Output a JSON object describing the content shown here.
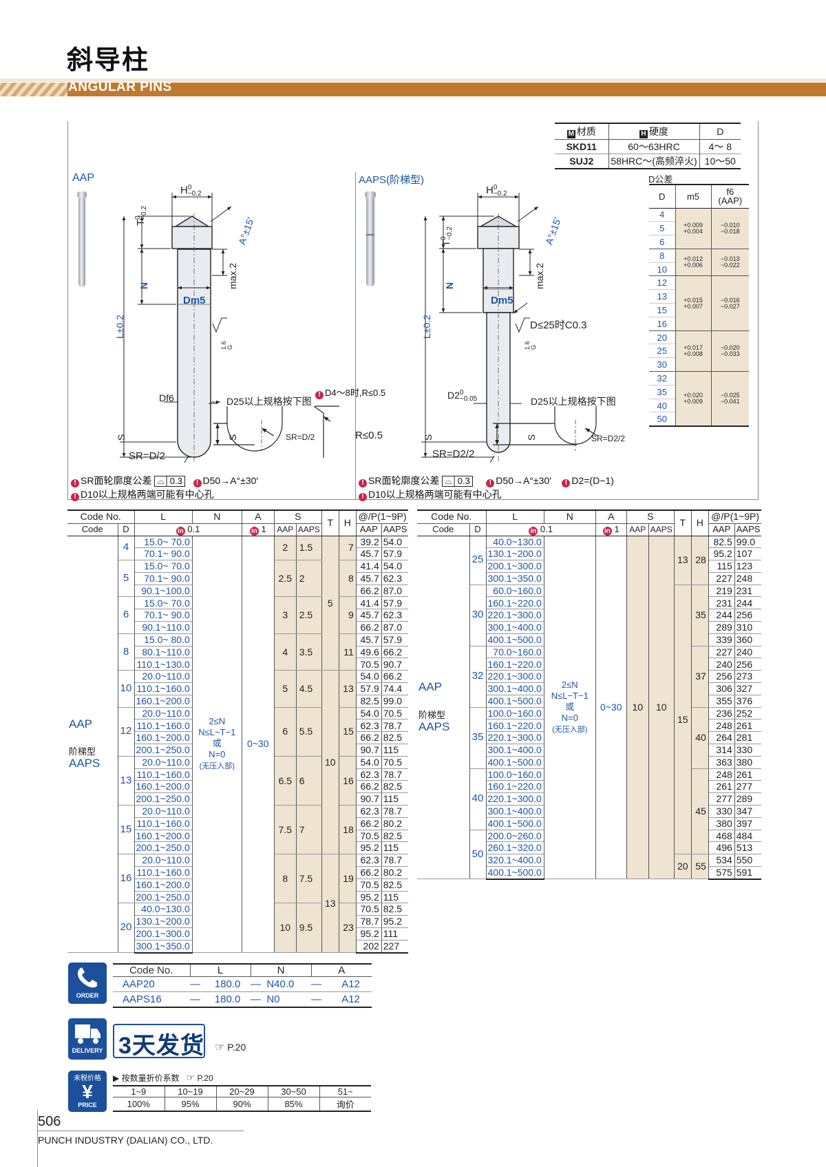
{
  "header": {
    "title_cn": "斜导柱",
    "title_en": "ANGULAR PINS"
  },
  "material_table": {
    "headers": [
      "材质",
      "硬度",
      "D"
    ],
    "header_icons": [
      "M",
      "H"
    ],
    "rows": [
      [
        "SKD11",
        "60～63HRC",
        "4～ 8"
      ],
      [
        "SUJ2",
        "58HRC～(高频淬火)",
        "10～50"
      ]
    ]
  },
  "tolerance_table": {
    "title": "D公差",
    "headers": [
      "D",
      "m5",
      "f6\n(AAP)"
    ],
    "groups": [
      {
        "d": [
          "4",
          "5",
          "6"
        ],
        "m5": "+0.009\n+0.004",
        "f6": "−0.010\n−0.018"
      },
      {
        "d": [
          "8",
          "10"
        ],
        "m5": "+0.012\n+0.006",
        "f6": "−0.013\n−0.022"
      },
      {
        "d": [
          "12",
          "13",
          "15",
          "16"
        ],
        "m5": "+0.015\n+0.007",
        "f6": "−0.016\n−0.027"
      },
      {
        "d": [
          "20",
          "25",
          "30"
        ],
        "m5": "+0.017\n+0.008",
        "f6": "−0.020\n−0.033"
      },
      {
        "d": [
          "32",
          "35",
          "40",
          "50"
        ],
        "m5": "+0.020\n+0.009",
        "f6": "−0.025\n−0.041"
      }
    ]
  },
  "drawing": {
    "left_label": "AAP",
    "right_label": "AAPS(阶梯型)",
    "h_dim": "H",
    "h_tol": "0\n−0.2",
    "t_dim": "T",
    "t_tol": "0\n−0.2",
    "a_dim": "A°±15′",
    "n_dim": "N",
    "max_dim": "max.2",
    "dm5": "Dm5",
    "l_dim": "L±0.2",
    "g_mark": "1.6\nG",
    "df6": "Df6",
    "d2": "D2",
    "d2_tol": "0\n−0.05",
    "c03": "D≤25时C0.3",
    "d25_note": "D25以上规格按下图",
    "s_dim": "S",
    "sr_left": "SR=D/2",
    "sr_right": "SR=D2/2",
    "sr_small_left": "SR=D/2",
    "sr_small_right": "SR=D2/2",
    "mid_note": "D4～8时,R≤0.5",
    "r_note": "R≤0.5",
    "notes_left": [
      "SR面轮廓度公差",
      "0.3",
      "D50→A°±30′",
      "D10以上规格两端可能有中心孔"
    ],
    "notes_right": [
      "SR面轮廓度公差",
      "0.3",
      "D50→A°±30′",
      "D2=(D−1)",
      "D10以上规格两端可能有中心孔"
    ]
  },
  "spec_common": {
    "code_no": "Code No.",
    "code": "Code",
    "d": "D",
    "l": "L",
    "n": "N",
    "a": "A",
    "s": "S",
    "t": "T",
    "h": "H",
    "price": "@/P(1~9P)",
    "aap": "AAP",
    "aaps": "AAPS",
    "l_step": "0.1",
    "a_step": "1",
    "type_aap": "AAP",
    "type_aaps_cn": "阶梯型",
    "type_aaps": "AAPS",
    "n_rule": [
      "2≤N",
      "N≤L−T−1",
      "或",
      "N=0",
      "(无压入部)"
    ],
    "a_range": "0~30"
  },
  "spec_left": {
    "groups": [
      {
        "d": "4",
        "s1": "2",
        "s2": "1.5",
        "h": "7",
        "rows": [
          [
            "15.0~ 70.0",
            "39.2",
            "54.0"
          ],
          [
            "70.1~ 90.0",
            "45.7",
            "57.9"
          ]
        ]
      },
      {
        "d": "5",
        "s1": "2.5",
        "s2": "2",
        "h": "8",
        "rows": [
          [
            "15.0~ 70.0",
            "41.4",
            "54.0"
          ],
          [
            "70.1~ 90.0",
            "45.7",
            "62.3"
          ],
          [
            "90.1~100.0",
            "66.2",
            "87.0"
          ]
        ]
      },
      {
        "d": "6",
        "s1": "3",
        "s2": "2.5",
        "h": "9",
        "rows": [
          [
            "15.0~ 70.0",
            "41.4",
            "57.9"
          ],
          [
            "70.1~ 90.0",
            "45.7",
            "62.3"
          ],
          [
            "90.1~110.0",
            "66.2",
            "87.0"
          ]
        ]
      },
      {
        "d": "8",
        "s1": "4",
        "s2": "3.5",
        "h": "11",
        "rows": [
          [
            "15.0~ 80.0",
            "45.7",
            "57.9"
          ],
          [
            "80.1~110.0",
            "49.6",
            "66.2"
          ],
          [
            "110.1~130.0",
            "70.5",
            "90.7"
          ]
        ]
      },
      {
        "d": "10",
        "s1": "5",
        "s2": "4.5",
        "h": "13",
        "rows": [
          [
            "20.0~110.0",
            "54.0",
            "66.2"
          ],
          [
            "110.1~160.0",
            "57.9",
            "74.4"
          ],
          [
            "160.1~200.0",
            "82.5",
            "99.0"
          ]
        ]
      },
      {
        "d": "12",
        "s1": "6",
        "s2": "5.5",
        "h": "15",
        "rows": [
          [
            "20.0~110.0",
            "54.0",
            "70.5"
          ],
          [
            "110.1~160.0",
            "62.3",
            "78.7"
          ],
          [
            "160.1~200.0",
            "66.2",
            "82.5"
          ],
          [
            "200.1~250.0",
            "90.7",
            "115"
          ]
        ]
      },
      {
        "d": "13",
        "s1": "6.5",
        "s2": "6",
        "h": "16",
        "rows": [
          [
            "20.0~110.0",
            "54.0",
            "70.5"
          ],
          [
            "110.1~160.0",
            "62.3",
            "78.7"
          ],
          [
            "160.1~200.0",
            "66.2",
            "82.5"
          ],
          [
            "200.1~250.0",
            "90.7",
            "115"
          ]
        ]
      },
      {
        "d": "15",
        "s1": "7.5",
        "s2": "7",
        "h": "18",
        "rows": [
          [
            "20.0~110.0",
            "62.3",
            "78.7"
          ],
          [
            "110.1~160.0",
            "66.2",
            "80.2"
          ],
          [
            "160.1~200.0",
            "70.5",
            "82.5"
          ],
          [
            "200.1~250.0",
            "95.2",
            "115"
          ]
        ]
      },
      {
        "d": "16",
        "s1": "8",
        "s2": "7.5",
        "h": "19",
        "rows": [
          [
            "20.0~110.0",
            "62.3",
            "78.7"
          ],
          [
            "110.1~160.0",
            "66.2",
            "80.2"
          ],
          [
            "160.1~200.0",
            "70.5",
            "82.5"
          ],
          [
            "200.1~250.0",
            "95.2",
            "115"
          ]
        ]
      },
      {
        "d": "20",
        "s1": "10",
        "s2": "9.5",
        "h": "23",
        "rows": [
          [
            "40.0~130.0",
            "70.5",
            "82.5"
          ],
          [
            "130.1~200.0",
            "78.7",
            "95.2"
          ],
          [
            "200.1~300.0",
            "95.2",
            "111"
          ],
          [
            "300.1~350.0",
            "202",
            "227"
          ]
        ]
      }
    ],
    "t_values": [
      "5",
      "10",
      "13"
    ]
  },
  "spec_right": {
    "groups": [
      {
        "d": "25",
        "rows": [
          [
            "40.0~130.0",
            "82.5",
            "99.0"
          ],
          [
            "130.1~200.0",
            "95.2",
            "107"
          ],
          [
            "200.1~300.0",
            "115",
            "123"
          ],
          [
            "300.1~350.0",
            "227",
            "248"
          ]
        ]
      },
      {
        "d": "30",
        "rows": [
          [
            "60.0~160.0",
            "219",
            "231"
          ],
          [
            "160.1~220.0",
            "231",
            "244"
          ],
          [
            "220.1~300.0",
            "244",
            "256"
          ],
          [
            "300.1~400.0",
            "289",
            "310"
          ],
          [
            "400.1~500.0",
            "339",
            "360"
          ]
        ]
      },
      {
        "d": "32",
        "rows": [
          [
            "70.0~160.0",
            "227",
            "240"
          ],
          [
            "160.1~220.0",
            "240",
            "256"
          ],
          [
            "220.1~300.0",
            "256",
            "273"
          ],
          [
            "300.1~400.0",
            "306",
            "327"
          ],
          [
            "400.1~500.0",
            "355",
            "376"
          ]
        ]
      },
      {
        "d": "35",
        "rows": [
          [
            "100.0~160.0",
            "236",
            "252"
          ],
          [
            "160.1~220.0",
            "248",
            "261"
          ],
          [
            "220.1~300.0",
            "264",
            "281"
          ],
          [
            "300.1~400.0",
            "314",
            "330"
          ],
          [
            "400.1~500.0",
            "363",
            "380"
          ]
        ]
      },
      {
        "d": "40",
        "rows": [
          [
            "100.0~160.0",
            "248",
            "261"
          ],
          [
            "160.1~220.0",
            "261",
            "277"
          ],
          [
            "220.1~300.0",
            "277",
            "289"
          ],
          [
            "300.1~400.0",
            "330",
            "347"
          ],
          [
            "400.1~500.0",
            "380",
            "397"
          ]
        ]
      },
      {
        "d": "50",
        "rows": [
          [
            "200.0~260.0",
            "468",
            "484"
          ],
          [
            "260.1~320.0",
            "496",
            "513"
          ],
          [
            "320.1~400.0",
            "534",
            "550"
          ],
          [
            "400.1~500.0",
            "575",
            "591"
          ]
        ]
      }
    ],
    "s1": "10",
    "s2": "10",
    "t_values": [
      "13",
      "15",
      "20"
    ],
    "h_values": [
      "28",
      "35",
      "37",
      "40",
      "45",
      "55"
    ]
  },
  "order": {
    "icon_label": "ORDER",
    "headers": [
      "Code No.",
      "L",
      "N",
      "A"
    ],
    "rows": [
      [
        "AAP20",
        "—",
        "180.0",
        "—",
        "N40.0",
        "—",
        "A12"
      ],
      [
        "AAPS16",
        "—",
        "180.0",
        "—",
        "N0",
        "—",
        "A12"
      ]
    ]
  },
  "delivery": {
    "icon_label": "DELIVERY",
    "text": "3天发货",
    "ref": "P.20"
  },
  "price": {
    "icon_top": "未税价格",
    "icon_label": "PRICE",
    "title": "按数量折价系数",
    "ref": "P.20",
    "qty": [
      "1~9",
      "10~19",
      "20~29",
      "30~50",
      "51~"
    ],
    "rate": [
      "100%",
      "95%",
      "90%",
      "85%",
      "询价"
    ]
  },
  "footer": {
    "page": "506",
    "company": "PUNCH INDUSTRY (DALIAN) CO., LTD."
  }
}
